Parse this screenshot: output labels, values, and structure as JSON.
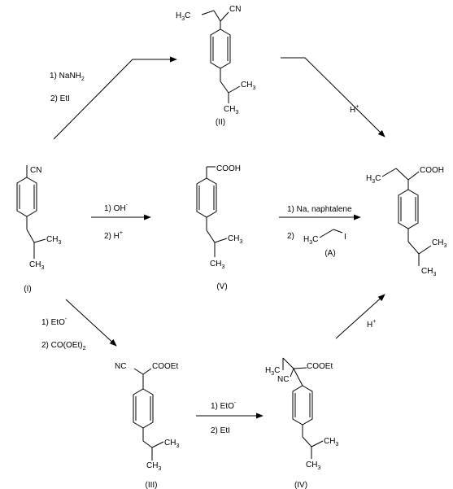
{
  "compounds": {
    "I": {
      "label": "(I)",
      "top_group": "CN",
      "me1": "CH",
      "me1_sub": "3",
      "me2": "CH",
      "me2_sub": "3"
    },
    "II": {
      "label": "(II)",
      "top_h": "H",
      "top_h_sub": "3",
      "top_c": "C",
      "top_group": "CN",
      "me1": "CH",
      "me1_sub": "3",
      "me2": "CH",
      "me2_sub": "3"
    },
    "V": {
      "label": "(V)",
      "top_group": "COOH",
      "me1": "CH",
      "me1_sub": "3",
      "me2": "CH",
      "me2_sub": "3"
    },
    "P": {
      "top_h": "H",
      "top_h_sub": "3",
      "top_c": "C",
      "top_group": "COOH",
      "me1": "CH",
      "me1_sub": "3",
      "me2": "CH",
      "me2_sub": "3"
    },
    "III": {
      "label": "(III)",
      "left_group": "NC",
      "right_group": "COOEt",
      "me1": "CH",
      "me1_sub": "3",
      "me2": "CH",
      "me2_sub": "3"
    },
    "IV": {
      "label": "(IV)",
      "top_h": "H",
      "top_h_sub": "3",
      "top_c": "C",
      "right_group": "COOEt",
      "left_group": "NC",
      "me1": "CH",
      "me1_sub": "3",
      "me2": "CH",
      "me2_sub": "3"
    }
  },
  "reagent_A": {
    "label": "(A)",
    "h": "H",
    "h_sub": "3",
    "c": "C",
    "i": "I"
  },
  "conditions": {
    "I_to_II": {
      "step1": "1) NaNH",
      "step1_sub": "2",
      "step2": "2) EtI"
    },
    "II_to_P": {
      "text": "H",
      "sup": "+"
    },
    "I_to_V": {
      "step1": "1) OH",
      "step1_sup": "-",
      "step2": "2) H",
      "step2_sup": "+"
    },
    "V_to_P": {
      "step1": "1) Na, naphtalene",
      "step2": "2)"
    },
    "I_to_III": {
      "step1": "1) EtO",
      "step1_sup": "-",
      "step2": "2) CO(OEt)",
      "step2_sub": "2"
    },
    "III_to_IV": {
      "step1": "1) EtO",
      "step1_sup": "-",
      "step2": "2) EtI"
    },
    "IV_to_P": {
      "text": "H",
      "sup": "+"
    }
  },
  "colors": {
    "ink": "#000000",
    "background": "#ffffff"
  }
}
